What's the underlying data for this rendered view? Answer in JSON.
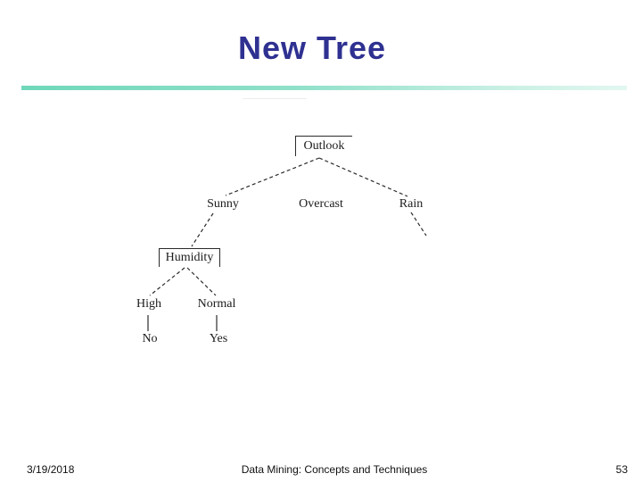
{
  "slide": {
    "title": "New Tree"
  },
  "tree": {
    "nodes": {
      "outlook": "Outlook",
      "sunny": "Sunny",
      "overcast": "Overcast",
      "rain": "Rain",
      "humidity": "Humidity",
      "high": "High",
      "normal": "Normal",
      "no": "No",
      "yes": "Yes"
    }
  },
  "footer": {
    "date": "3/19/2018",
    "title": "Data Mining: Concepts and Techniques",
    "page_number": "53"
  },
  "colors": {
    "title_text": "#2f3191",
    "divider_start": "#6fd7ba",
    "divider_end": "#e2f7f1",
    "tree_ink": "#2b2b2b"
  }
}
